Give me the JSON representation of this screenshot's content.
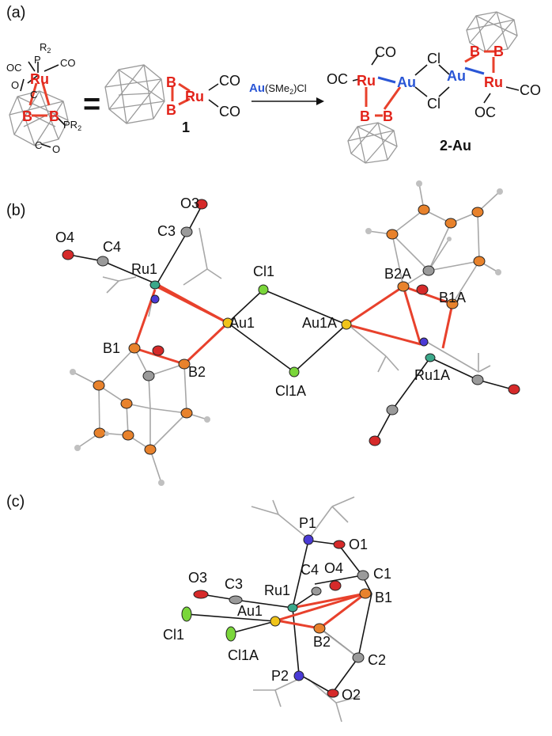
{
  "panel_a": {
    "label": "(a)",
    "left_struct": {
      "R2_top": "R",
      "R2_top_sub": "2",
      "P": "P",
      "OC": "OC",
      "CO": "CO",
      "Ru": "Ru",
      "O_left": "O",
      "C_a": "C",
      "B_a": "B",
      "B_b": "B",
      "PR2": "PR",
      "PR2_sub": "2",
      "C_b": "C",
      "O_b": "O"
    },
    "equals": "=",
    "compound1": {
      "B1": "B",
      "B2": "B",
      "Ru": "Ru",
      "CO1": "CO",
      "CO2": "CO",
      "number": "1"
    },
    "reagent": {
      "Au": "Au",
      "rest": "(SMe",
      "sub": "2",
      "tail": ")Cl"
    },
    "product": {
      "CO_a": "CO",
      "OC_a": "OC",
      "Ru_a": "Ru",
      "Au_a": "Au",
      "Cl_a": "Cl",
      "Cl_b": "Cl",
      "Au_b": "Au",
      "Ru_b": "Ru",
      "CO_b": "CO",
      "OC_b": "OC",
      "B_a1": "B",
      "B_a2": "B",
      "B_b1": "B",
      "B_b2": "B",
      "name": "2-Au"
    }
  },
  "panel_b": {
    "label": "(b)",
    "atoms": {
      "O3": "O3",
      "C3": "C3",
      "O4": "O4",
      "C4": "C4",
      "Ru1": "Ru1",
      "Cl1": "Cl1",
      "B2A": "B2A",
      "B1A": "B1A",
      "Au1": "Au1",
      "Au1A": "Au1A",
      "B1": "B1",
      "B2": "B2",
      "Cl1A": "Cl1A",
      "Ru1A": "Ru1A"
    }
  },
  "panel_c": {
    "label": "(c)",
    "atoms": {
      "P1": "P1",
      "O1": "O1",
      "O3": "O3",
      "C3": "C3",
      "C4": "C4",
      "O4": "O4",
      "Ru1": "Ru1",
      "C1": "C1",
      "Au1": "Au1",
      "B1": "B1",
      "Cl1": "Cl1",
      "B2": "B2",
      "Cl1A": "Cl1A",
      "C2": "C2",
      "P2": "P2",
      "O2": "O2"
    }
  },
  "colors": {
    "boron": "#e8412c",
    "gold_reagent": "#2a56d6",
    "ellipsoid_B": "#e8822c",
    "ellipsoid_Au": "#f0c419",
    "ellipsoid_Cl": "#7ad63a",
    "ellipsoid_O": "#d62a2a",
    "ellipsoid_C": "#9a9a9a",
    "ellipsoid_P": "#4a3ad6",
    "ellipsoid_Ru": "#3aa88a"
  }
}
